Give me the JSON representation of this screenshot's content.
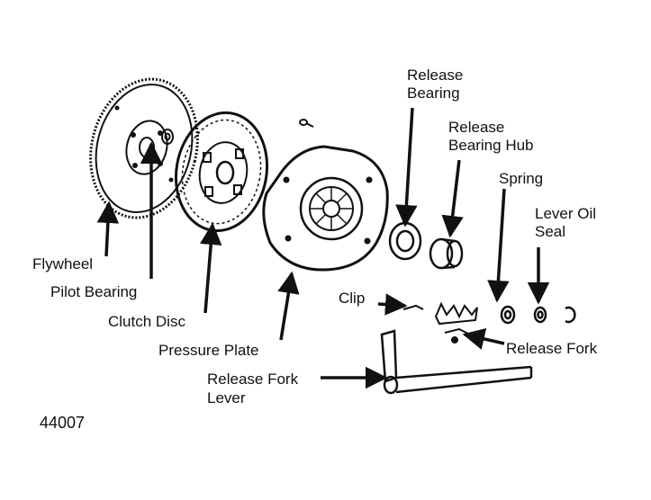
{
  "labels": {
    "release_bearing_1": "Release",
    "release_bearing_2": "Bearing",
    "release_bearing_hub_1": "Release",
    "release_bearing_hub_2": "Bearing Hub",
    "spring": "Spring",
    "lever_oil_seal_1": "Lever Oil",
    "lever_oil_seal_2": "Seal",
    "flywheel": "Flywheel",
    "pilot_bearing": "Pilot Bearing",
    "clutch_disc": "Clutch Disc",
    "pressure_plate": "Pressure Plate",
    "release_fork_lever_1": "Release Fork",
    "release_fork_lever_2": "Lever",
    "clip": "Clip",
    "release_fork": "Release Fork"
  },
  "figure_number": "44007",
  "colors": {
    "ink": "#111111",
    "paper": "#ffffff"
  }
}
